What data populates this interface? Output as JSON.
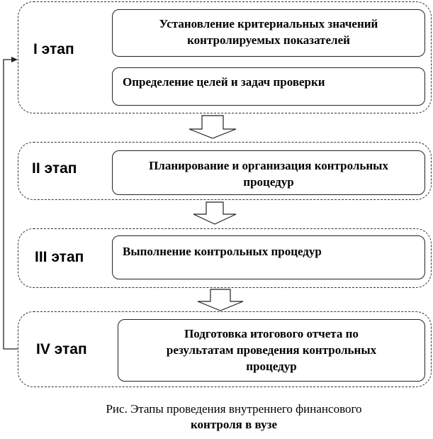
{
  "stages": [
    {
      "label": "I этап",
      "steps": [
        {
          "lines": [
            "Установление критериальных значений",
            "контролируемых показателей"
          ]
        },
        {
          "lines": [
            "Определение целей и задач проверки"
          ]
        }
      ]
    },
    {
      "label": "II этап",
      "steps": [
        {
          "lines": [
            "Планирование и организация контрольных",
            "процедур"
          ]
        }
      ]
    },
    {
      "label": "III этап",
      "steps": [
        {
          "lines": [
            "Выполнение контрольных процедур"
          ]
        }
      ]
    },
    {
      "label": "IV этап",
      "steps": [
        {
          "lines": [
            "Подготовка итогового отчета по",
            "результатам проведения контрольных",
            "процедур"
          ]
        }
      ]
    }
  ],
  "caption": {
    "line1": "Рис. Этапы проведения внутреннего финансового",
    "line2": "контроля в вузе"
  }
}
